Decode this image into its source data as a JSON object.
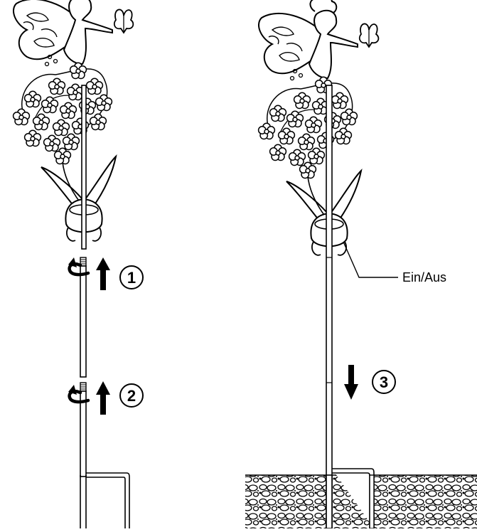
{
  "figure": {
    "step_labels": [
      "1",
      "2",
      "3"
    ],
    "switch_label": "Ein/Aus",
    "ink_color": "#000000",
    "paper_color": "#ffffff"
  }
}
